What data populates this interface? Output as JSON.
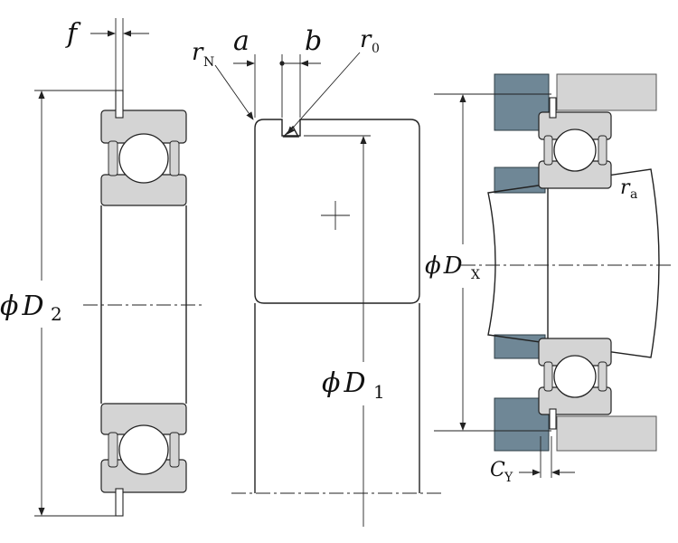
{
  "labels": {
    "f": "f",
    "a": "a",
    "b": "b",
    "r_n": "r",
    "r_n_sub": "N",
    "r_0": "r",
    "r_0_sub": "0",
    "r_a": "r",
    "r_a_sub": "a",
    "phi": "ϕ",
    "d2": "D",
    "d2_sub": "2",
    "d1": "D",
    "d1_sub": "1",
    "dx": "D",
    "dx_sub": "X",
    "cy": "C",
    "cy_sub": "Y"
  }
}
